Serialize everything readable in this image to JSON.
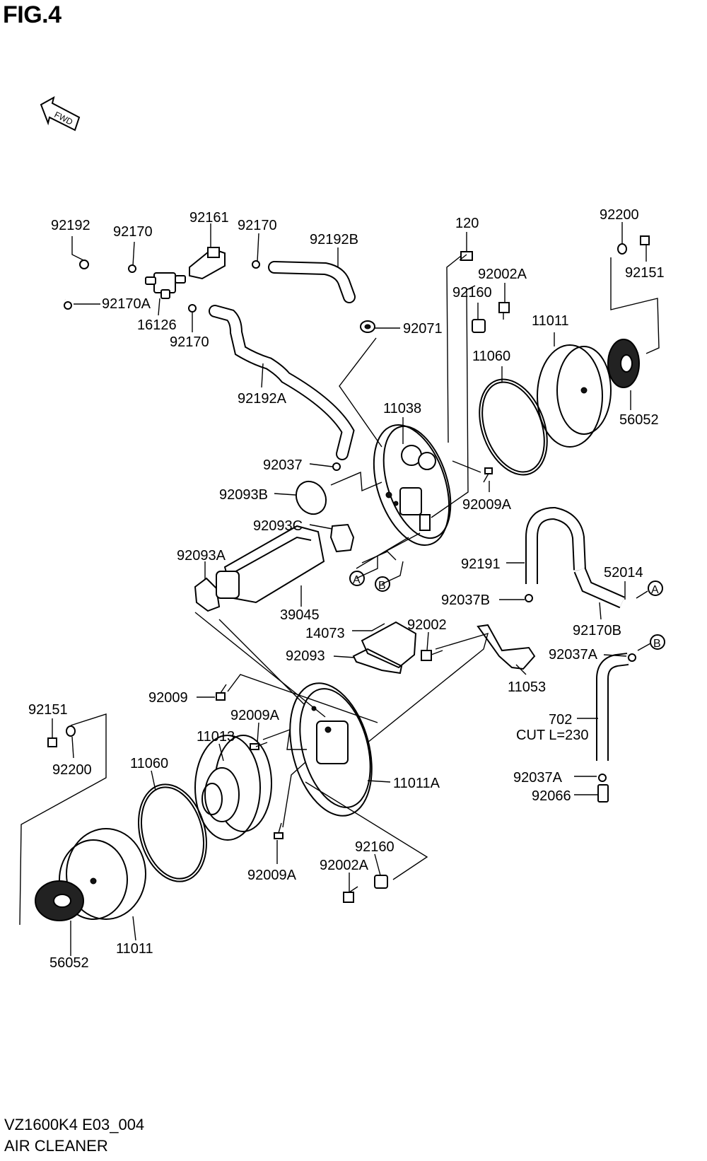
{
  "figure": {
    "title": "FIG.4",
    "fwd_marker": "FWD"
  },
  "footer": {
    "model_code": "VZ1600K4 E03_004",
    "section_name": "AIR CLEANER"
  },
  "callouts": {
    "c92192": "92192",
    "c92170_a": "92170",
    "c92161": "92161",
    "c92170_b": "92170",
    "c92192B": "92192B",
    "c120": "120",
    "c92200_top": "92200",
    "c92151_top": "92151",
    "c92002A_top": "92002A",
    "c92160_top": "92160",
    "c92170A": "92170A",
    "c16126": "16126",
    "c92170_c": "92170",
    "c92071": "92071",
    "c11011_top": "11011",
    "c11060_top": "11060",
    "c56052_top": "56052",
    "c92192A": "92192A",
    "c11038": "11038",
    "c92037": "92037",
    "c92093B": "92093B",
    "c92009A_mid": "92009A",
    "c92093C": "92093C",
    "c92093A": "92093A",
    "c92191": "92191",
    "c52014": "52014",
    "ref_A_1": "A",
    "ref_B_1": "B",
    "c92037B": "92037B",
    "ref_A_2": "A",
    "c39045": "39045",
    "c92170B": "92170B",
    "c14073": "14073",
    "c92002": "92002",
    "c92093": "92093",
    "c92037A_1": "92037A",
    "ref_B_2": "B",
    "c11053": "11053",
    "c92009": "92009",
    "c92151_bot": "92151",
    "c92009A_a": "92009A",
    "c702": "702",
    "c702_cut": "CUT L=230",
    "c11013": "11013",
    "c92200_bot": "92200",
    "c11060_bot": "11060",
    "c11011A": "11011A",
    "c92037A_2": "92037A",
    "c92066": "92066",
    "c92160_bot": "92160",
    "c92002A_bot": "92002A",
    "c92009A_b": "92009A",
    "c56052_bot": "56052",
    "c11011_bot": "11011"
  }
}
